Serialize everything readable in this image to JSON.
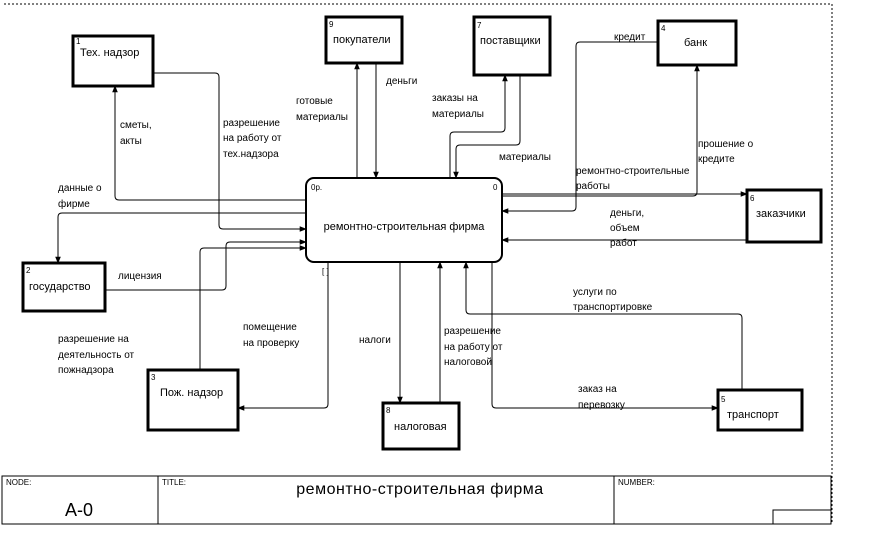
{
  "diagram": {
    "center": {
      "label": "ремонтно-строительная фирма",
      "code": "0р.",
      "number": "0"
    },
    "boxes": [
      {
        "id": "tech",
        "number": "1",
        "label": "Тех. надзор"
      },
      {
        "id": "gov",
        "number": "2",
        "label": "государство"
      },
      {
        "id": "fire",
        "number": "3",
        "label": "Пож. надзор"
      },
      {
        "id": "bank",
        "number": "4",
        "label": "банк"
      },
      {
        "id": "transport",
        "number": "5",
        "label": "транспорт"
      },
      {
        "id": "customers",
        "number": "6",
        "label": "заказчики"
      },
      {
        "id": "suppliers",
        "number": "7",
        "label": "поставщики"
      },
      {
        "id": "tax",
        "number": "8",
        "label": "налоговая"
      },
      {
        "id": "buyers",
        "number": "9",
        "label": "покупатели"
      }
    ],
    "flows": {
      "smety": [
        "сметы,",
        "акты"
      ],
      "razr_tech": [
        "разрешение",
        "на работу от",
        "тех.надзора"
      ],
      "gotovye": [
        "готовые",
        "материалы"
      ],
      "dengi_top": [
        "деньги"
      ],
      "zakazy": [
        "заказы на",
        "материалы"
      ],
      "kredit": [
        "кредит"
      ],
      "materialy": [
        "материалы"
      ],
      "proshenie": [
        "прошение о",
        "кредите"
      ],
      "rem_raboty": [
        "ремонтно-строительные",
        "работы"
      ],
      "dannye": [
        "данные о",
        "фирме"
      ],
      "dengi_obem": [
        "деньги,",
        "объем",
        "работ"
      ],
      "licenziya": [
        "лицензия"
      ],
      "uslugi": [
        "услуги по",
        "транспортировке"
      ],
      "pomeshchenie": [
        "помещение",
        "на проверку"
      ],
      "razr_deyat": [
        "разрешение на",
        "деятельность от",
        "пожнадзора"
      ],
      "nalogi": [
        "налоги"
      ],
      "razr_nalog": [
        "разрешение",
        "на работу от",
        "налоговой"
      ],
      "zakaz_perevozku": [
        "заказ на",
        "перевозку"
      ]
    },
    "tunnel_mark": "[ ]"
  },
  "frame": {
    "node_label": "NODE:",
    "node_value": "A-0",
    "title_label": "TITLE:",
    "title_value": "ремонтно-строительная фирма",
    "number_label": "NUMBER:"
  }
}
